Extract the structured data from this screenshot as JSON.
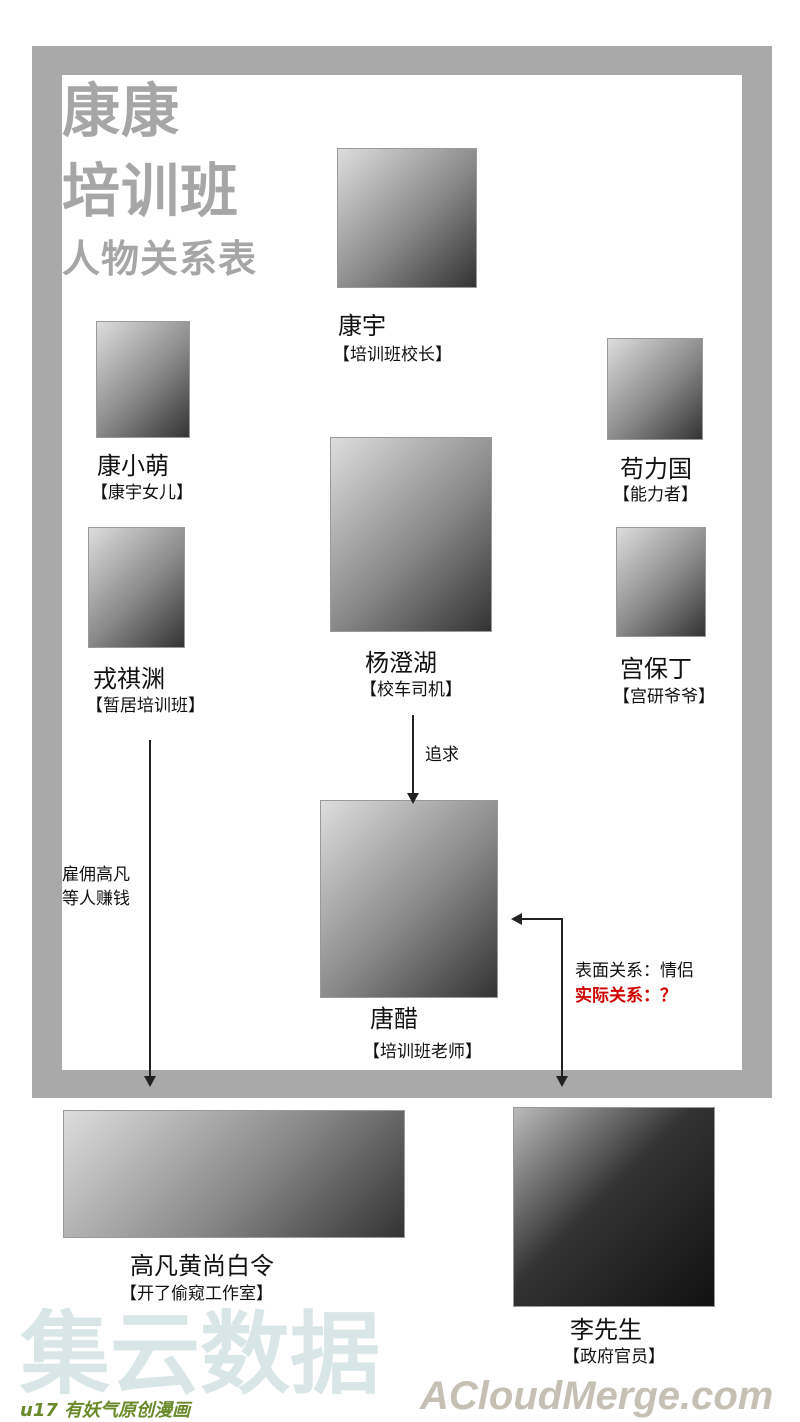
{
  "title": {
    "line1": "康康",
    "line2": "培训班",
    "line3": "人物关系表"
  },
  "characters": [
    {
      "name": "康宇",
      "role": "【培训班校长】"
    },
    {
      "name": "康小萌",
      "role": "【康宇女儿】"
    },
    {
      "name": "苟力国",
      "role": "【能力者】"
    },
    {
      "name": "杨澄湖",
      "role": "【校车司机】"
    },
    {
      "name": "戎祺渊",
      "role": "【暂居培训班】"
    },
    {
      "name": "宫保丁",
      "role": "【宫研爷爷】"
    },
    {
      "name": "唐醋",
      "role": "【培训班老师】"
    },
    {
      "name": "高凡黄尚白令",
      "role": "【开了偷窥工作室】"
    },
    {
      "name": "李先生",
      "role": "【政府官员】"
    }
  ],
  "relations": {
    "employ": {
      "line1": "雇佣高凡",
      "line2": "等人赚钱"
    },
    "pursue": "追求",
    "surface": "表面关系：情侣",
    "actual": "实际关系：？"
  },
  "colors": {
    "frame": "#a9a9a9",
    "title": "#a6a6a6",
    "actual": "#d00000"
  },
  "watermark": {
    "cn": "集云数据",
    "en": "ACloudMerge.com",
    "u17": "u17 有妖气原创漫画"
  }
}
